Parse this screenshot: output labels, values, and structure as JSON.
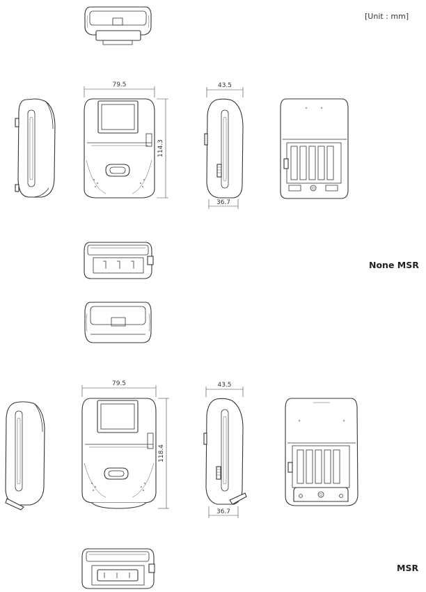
{
  "unit_label": "[Unit : mm]",
  "variants": [
    {
      "name": "None MSR",
      "width": "79.5",
      "height": "114.3",
      "depth": "43.5",
      "depth_lower": "36.7"
    },
    {
      "name": "MSR",
      "width": "79.5",
      "height": "118.4",
      "depth": "43.5",
      "depth_lower": "36.7"
    }
  ]
}
